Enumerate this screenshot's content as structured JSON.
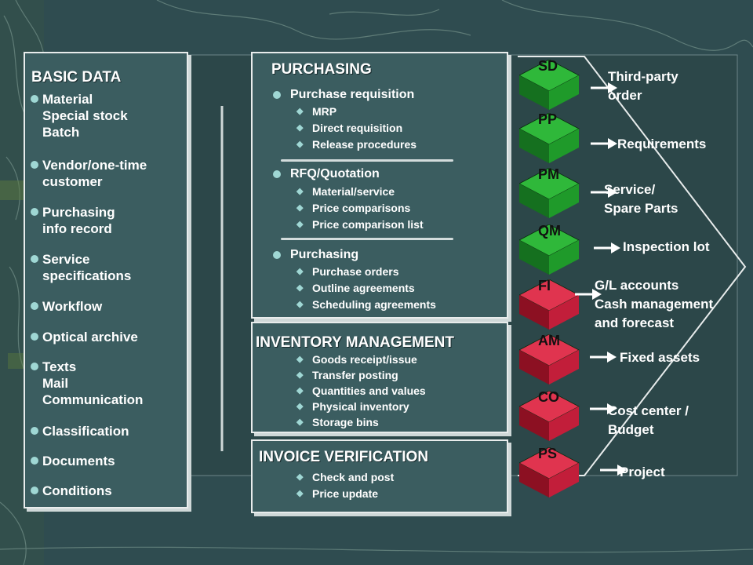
{
  "colors": {
    "background": "#2f4c50",
    "panel": "#3b5d60",
    "bullet": "#9fd7d4",
    "logistics_module": "#1f9a2a",
    "finance_module": "#c21e3a"
  },
  "basic_data": {
    "title": "BASIC DATA",
    "items": [
      "Material\nSpecial stock\nBatch",
      "Vendor/one-time\ncustomer",
      "Purchasing\ninfo record",
      "Service\nspecifications",
      "Workflow",
      "Optical archive",
      "Texts\nMail\nCommunication",
      "Classification",
      "Documents",
      "Conditions"
    ]
  },
  "purchasing": {
    "title": "PURCHASING",
    "sections": [
      {
        "label": "Purchase requisition",
        "items": [
          "MRP",
          "Direct requisition",
          "Release procedures"
        ]
      },
      {
        "label": "RFQ/Quotation",
        "items": [
          "Material/service",
          "Price comparisons",
          "Price comparison list"
        ]
      },
      {
        "label": "Purchasing",
        "items": [
          "Purchase orders",
          "Outline agreements",
          "Scheduling agreements"
        ]
      }
    ]
  },
  "inventory": {
    "title": "INVENTORY MANAGEMENT",
    "items": [
      "Goods receipt/issue",
      "Transfer posting",
      "Quantities and values",
      "Physical inventory",
      "Storage bins"
    ]
  },
  "invoice": {
    "title": "INVOICE VERIFICATION",
    "items": [
      "Check and post",
      "Price update"
    ]
  },
  "modules": [
    {
      "code": "SD",
      "group": "logistics",
      "label": "Third-party\norder"
    },
    {
      "code": "PP",
      "group": "logistics",
      "label": "Requirements"
    },
    {
      "code": "PM",
      "group": "logistics",
      "label": "Service/\nSpare Parts"
    },
    {
      "code": "QM",
      "group": "logistics",
      "label": "Inspection lot"
    },
    {
      "code": "FI",
      "group": "finance",
      "label": "G/L accounts\nCash management\nand forecast"
    },
    {
      "code": "AM",
      "group": "finance",
      "label": "Fixed assets"
    },
    {
      "code": "CO",
      "group": "finance",
      "label": "Cost center /\nBudget"
    },
    {
      "code": "PS",
      "group": "finance",
      "label": "Project"
    }
  ]
}
